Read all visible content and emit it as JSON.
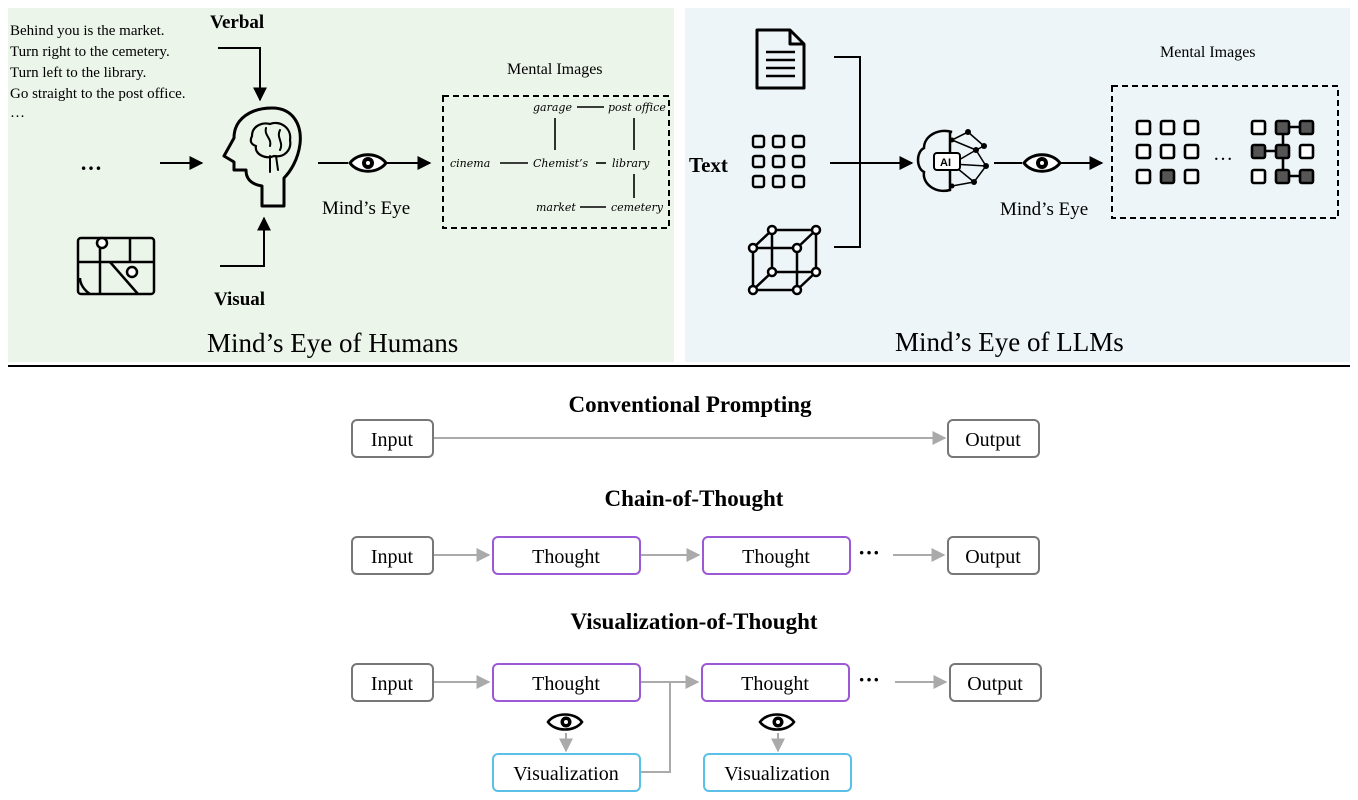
{
  "human_panel": {
    "title": "Mind’s Eye of Humans",
    "bg": "#ecf5ea",
    "instructions": [
      "Behind you is the market.",
      "Turn right to the cemetery.",
      "Turn left to the library.",
      "Go straight to the post office.",
      "…"
    ],
    "verbal_label": "Verbal",
    "visual_label": "Visual",
    "ellipsis": "…",
    "minds_eye_label": "Mind’s Eye",
    "mental_images_label": "Mental Images",
    "map_labels": {
      "garage": "garage",
      "post_office": "post office",
      "cinema": "cinema",
      "chemists": "Chemist’s",
      "library": "library",
      "market": "market",
      "cemetery": "cemetery"
    }
  },
  "llm_panel": {
    "title": "Mind’s Eye of LLMs",
    "bg": "#edf5f8",
    "text_label": "Text",
    "minds_eye_label": "Mind’s Eye",
    "mental_images_label": "Mental Images",
    "ai_badge": "AI",
    "ellipsis": "…"
  },
  "conventional": {
    "title": "Conventional Prompting",
    "input": "Input",
    "output": "Output"
  },
  "cot": {
    "title": "Chain-of-Thought",
    "input": "Input",
    "thought1": "Thought",
    "thought2": "Thought",
    "ellipsis": "···",
    "output": "Output"
  },
  "vot": {
    "title": "Visualization-of-Thought",
    "input": "Input",
    "thought1": "Thought",
    "thought2": "Thought",
    "ellipsis": "···",
    "output": "Output",
    "viz1": "Visualization",
    "viz2": "Visualization"
  },
  "colors": {
    "thought_border": "#9b59d6",
    "visualization_border": "#5bc0e8",
    "io_border": "#777777",
    "arrow_gray": "#aaaaaa"
  },
  "icons": [
    "brain-head-icon",
    "eye-icon",
    "map-icon",
    "document-icon",
    "grid-icon",
    "cube-icon",
    "ai-brain-icon"
  ]
}
